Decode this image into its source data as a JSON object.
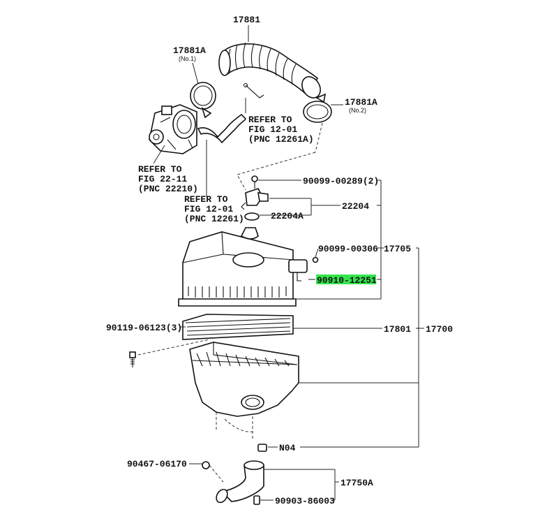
{
  "labels": {
    "p17881": "17881",
    "p17881a_1": "17881A",
    "p17881a_1_note": "(No.1)",
    "p17881a_2": "17881A",
    "p17881a_2_note": "(No.2)",
    "refer_a_1": "REFER TO",
    "refer_a_2": "FIG 12-01",
    "refer_a_3": "(PNC 12261A)",
    "refer_b_1": "REFER TO",
    "refer_b_2": "FIG 22-11",
    "refer_b_3": "(PNC 22210)",
    "refer_c_1": "REFER TO",
    "refer_c_2": "FIG 12-01",
    "refer_c_3": "(PNC 12261)",
    "p90099_00289": "90099-00289(2)",
    "p22204": "22204",
    "p22204a": "22204A",
    "p90099_00306": "90099-00306",
    "p17705": "17705",
    "p90910_12251": "90910-12251",
    "p90119_06123": "90119-06123(3)",
    "p17801": "17801",
    "p17700": "17700",
    "pN04": "N04",
    "p90467_06170": "90467-06170",
    "p17750a": "17750A",
    "p90903_86003": "90903-86003"
  },
  "colors": {
    "highlight": "#33e64d",
    "ink": "#111111"
  }
}
